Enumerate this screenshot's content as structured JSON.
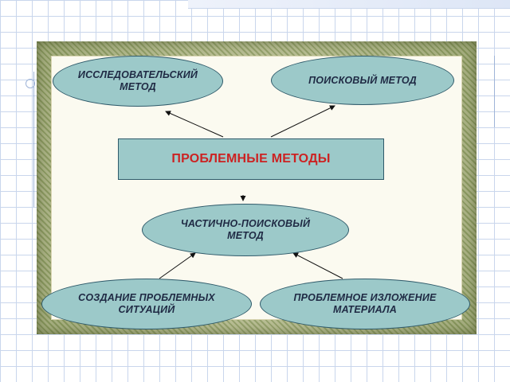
{
  "diagram": {
    "center": "ПРОБЛЕМНЫЕ МЕТОДЫ",
    "nodes": {
      "research": "ИССЛЕДОВАТЕЛЬСКИЙ МЕТОД",
      "search": "ПОИСКОВЫЙ МЕТОД",
      "partial_search": "ЧАСТИЧНО-ПОИСКОВЫЙ МЕТОД",
      "problem_situations": "СОЗДАНИЕ ПРОБЛЕМНЫХ СИТУАЦИЙ",
      "problem_presentation": "ПРОБЛЕМНОЕ ИЗЛОЖЕНИЕ МАТЕРИАЛА"
    },
    "colors": {
      "node_fill": "#9cc9c9",
      "center_text": "#cc2222",
      "node_text": "#1f2a44"
    }
  }
}
